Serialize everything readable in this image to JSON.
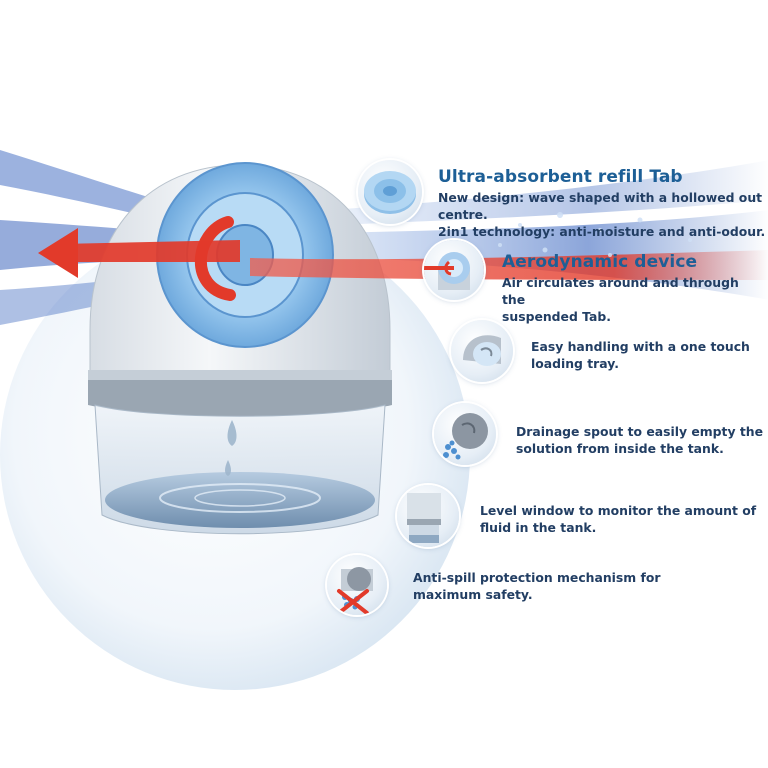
{
  "features": [
    {
      "id": "refill-tab",
      "title": "Ultra-absorbent refill Tab",
      "lines": [
        "New design: wave shaped with a hollowed out centre.",
        "2in1 technology: anti-moisture and anti-odour."
      ],
      "icon": "refill-tab-icon"
    },
    {
      "id": "aerodynamic",
      "title": "Aerodynamic device",
      "lines": [
        "Air circulates around and through the",
        "suspended Tab."
      ],
      "icon": "airflow-icon"
    },
    {
      "id": "loading-tray",
      "title": "",
      "lines": [
        "Easy handling with a one touch",
        "loading tray."
      ],
      "icon": "loading-tray-icon"
    },
    {
      "id": "drainage",
      "title": "",
      "lines": [
        "Drainage spout to easily empty the",
        "solution from inside the tank."
      ],
      "icon": "drainage-spout-icon"
    },
    {
      "id": "level-window",
      "title": "",
      "lines": [
        "Level window to monitor the amount of",
        "fluid in the tank."
      ],
      "icon": "level-window-icon"
    },
    {
      "id": "anti-spill",
      "title": "",
      "lines": [
        "Anti-spill protection mechanism for",
        "maximum safety."
      ],
      "icon": "anti-spill-icon"
    }
  ],
  "colors": {
    "title": "#1d5f96",
    "text": "#223e63",
    "airflow_blue": "#3f6fc2",
    "airflow_red": "#e23a2a",
    "tab_blue": "#8fc0e8"
  }
}
